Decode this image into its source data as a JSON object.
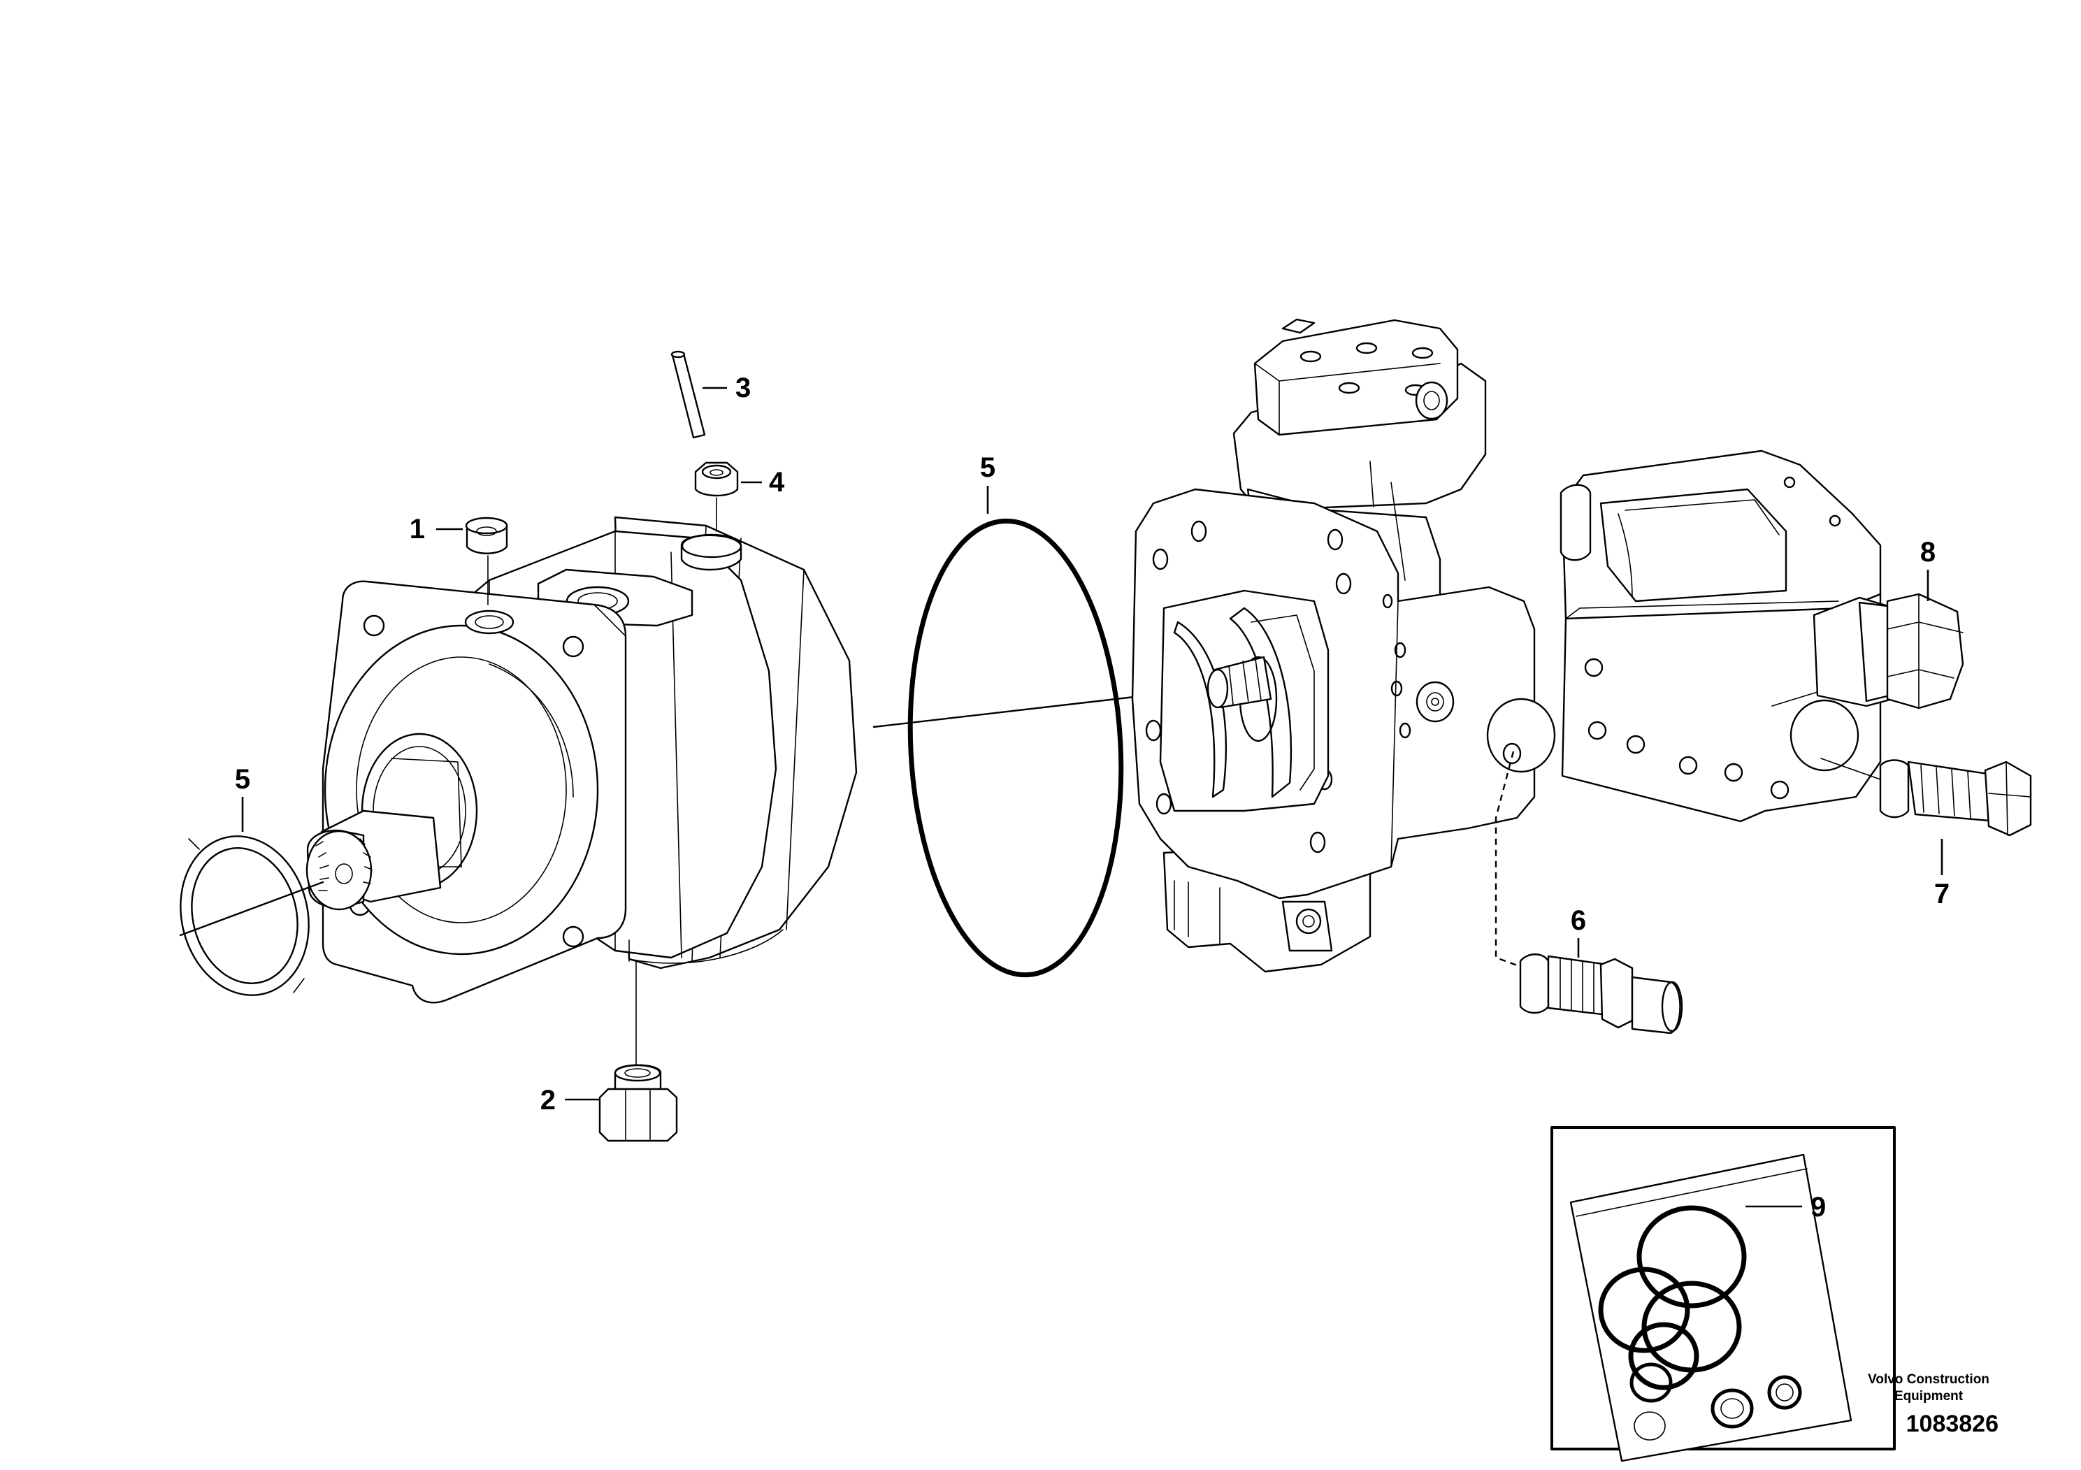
{
  "callouts": [
    {
      "id": "callout-1",
      "label": "1"
    },
    {
      "id": "callout-2",
      "label": "2"
    },
    {
      "id": "callout-3",
      "label": "3"
    },
    {
      "id": "callout-4",
      "label": "4"
    },
    {
      "id": "callout-5a",
      "label": "5"
    },
    {
      "id": "callout-5b",
      "label": "5"
    },
    {
      "id": "callout-6",
      "label": "6"
    },
    {
      "id": "callout-7",
      "label": "7"
    },
    {
      "id": "callout-8",
      "label": "8"
    },
    {
      "id": "callout-9",
      "label": "9"
    }
  ],
  "credit": {
    "line1": "Volvo Construction",
    "line2": "Equipment"
  },
  "drawing_number": "1083826"
}
